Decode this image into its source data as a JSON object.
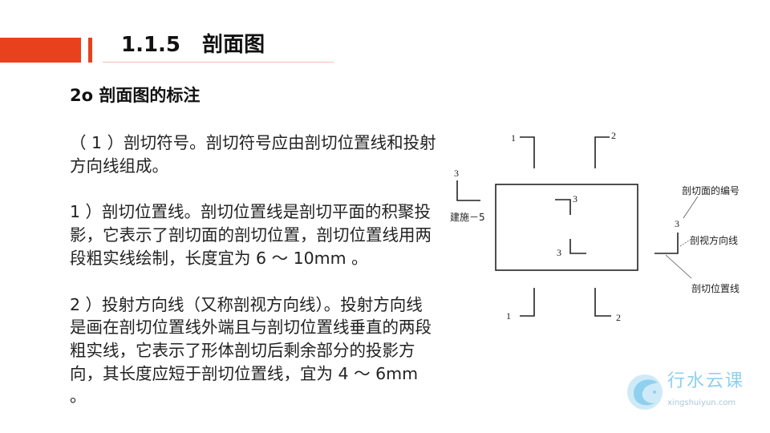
{
  "header": {
    "title": "1.1.5   剖面图"
  },
  "section": {
    "subtitle": "2o 剖面图的标注"
  },
  "paragraphs": [
    "（ 1 ）剖切符号。剖切符号应由剖切位置线和投射方向线组成。",
    "1 ）剖切位置线。剖切位置线是剖切平面的积聚投影，它表示了剖切面的剖切位置，剖切位置线用两段粗实线绘制，长度宜为 6 ～ 10mm 。",
    "2 ）投射方向线（又称剖视方向线）。投射方向线是画在剖切位置线外端且与剖切位置线垂直的两段粗实线，它表示了形体剖切后剩余部分的投影方向，其长度应短于剖切位置线，宜为 4 ～ 6mm 。"
  ],
  "diagram": {
    "labels": {
      "top1": "1",
      "top2": "2",
      "left3": "3",
      "ref": "建施－5",
      "inner_top3": "3",
      "inner_bottom3": "3",
      "bottom1": "1",
      "bottom2": "2",
      "right3": "3"
    },
    "annotations": {
      "number": "剖切面的编号",
      "direction": "剖视方向线",
      "position": "剖切位置线"
    }
  },
  "logo": {
    "name": "行水云课",
    "url": "xingshuiyun.com"
  },
  "colors": {
    "accent": "#e8411e"
  }
}
